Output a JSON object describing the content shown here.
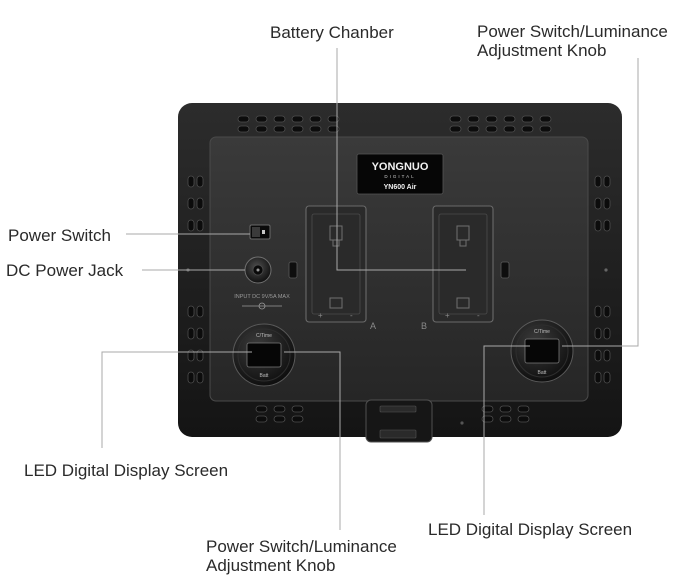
{
  "panel": {
    "brand": "YONGNUO",
    "brand_sub": "DIGITAL",
    "model": "YN600 Air",
    "input_rating": "INPUT DC 9V/5A MAX",
    "slot_a": "A",
    "slot_b": "B",
    "knob_top_label": "C/Time",
    "knob_bottom_label": "Batt"
  },
  "callouts": {
    "battery_chamber": "Battery Chanber",
    "power_switch_knob_top_line1": "Power Switch/Luminance",
    "power_switch_knob_top_line2": "Adjustment Knob",
    "power_switch": "Power Switch",
    "dc_power_jack": "DC Power Jack",
    "led_display_left": "LED Digital Display Screen",
    "power_switch_knob_bottom_line1": "Power Switch/Luminance",
    "power_switch_knob_bottom_line2": "Adjustment Knob",
    "led_display_right": "LED Digital Display Screen"
  }
}
